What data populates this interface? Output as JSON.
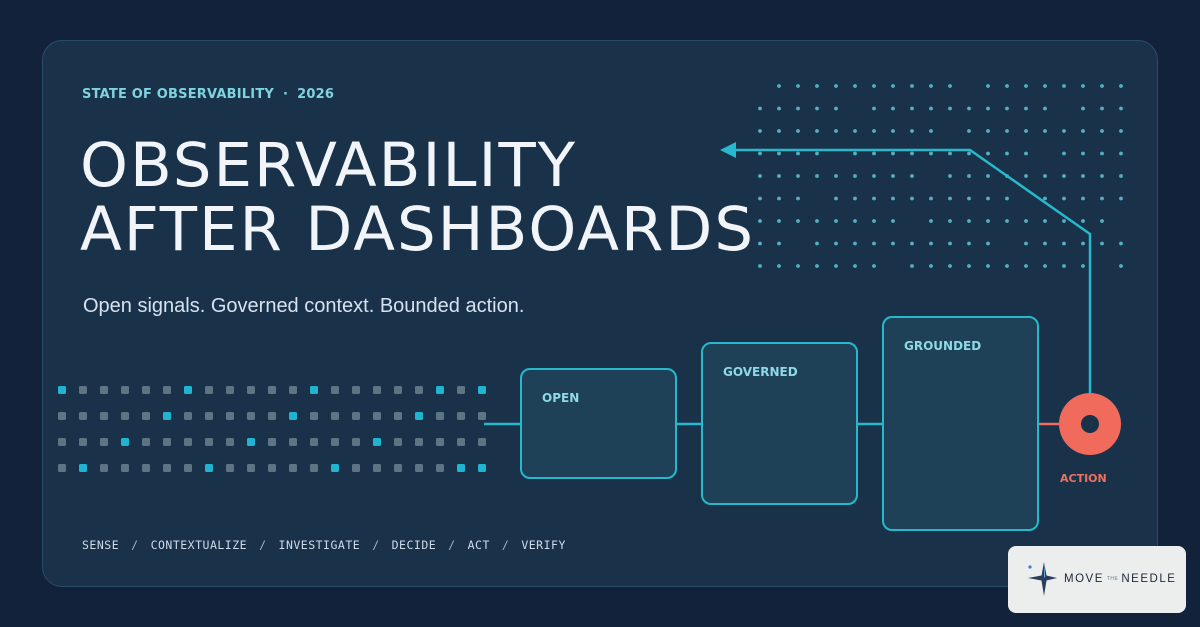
{
  "eyebrow": {
    "label": "STATE OF OBSERVABILITY",
    "separator": "·",
    "year": "2026"
  },
  "headline": {
    "line1": "OBSERVABILITY",
    "line2": "AFTER DASHBOARDS"
  },
  "subtitle": "Open signals. Governed context. Bounded action.",
  "steps": [
    "SENSE",
    "CONTEXTUALIZE",
    "INVESTIGATE",
    "DECIDE",
    "ACT",
    "VERIFY"
  ],
  "step_separator": "/",
  "stages": [
    {
      "label": "OPEN"
    },
    {
      "label": "GOVERNED"
    },
    {
      "label": "GROUNDED"
    }
  ],
  "action_label": "ACTION",
  "logo": {
    "word1": "MOVE",
    "word2": "THE",
    "word3": "NEEDLE"
  },
  "colors": {
    "background": "#12223a",
    "card": "#19324a",
    "accent_cyan": "#27b8cc",
    "accent_coral": "#f06b5c",
    "text_light": "#f1f4f8",
    "eyebrow": "#7fd3e0"
  }
}
